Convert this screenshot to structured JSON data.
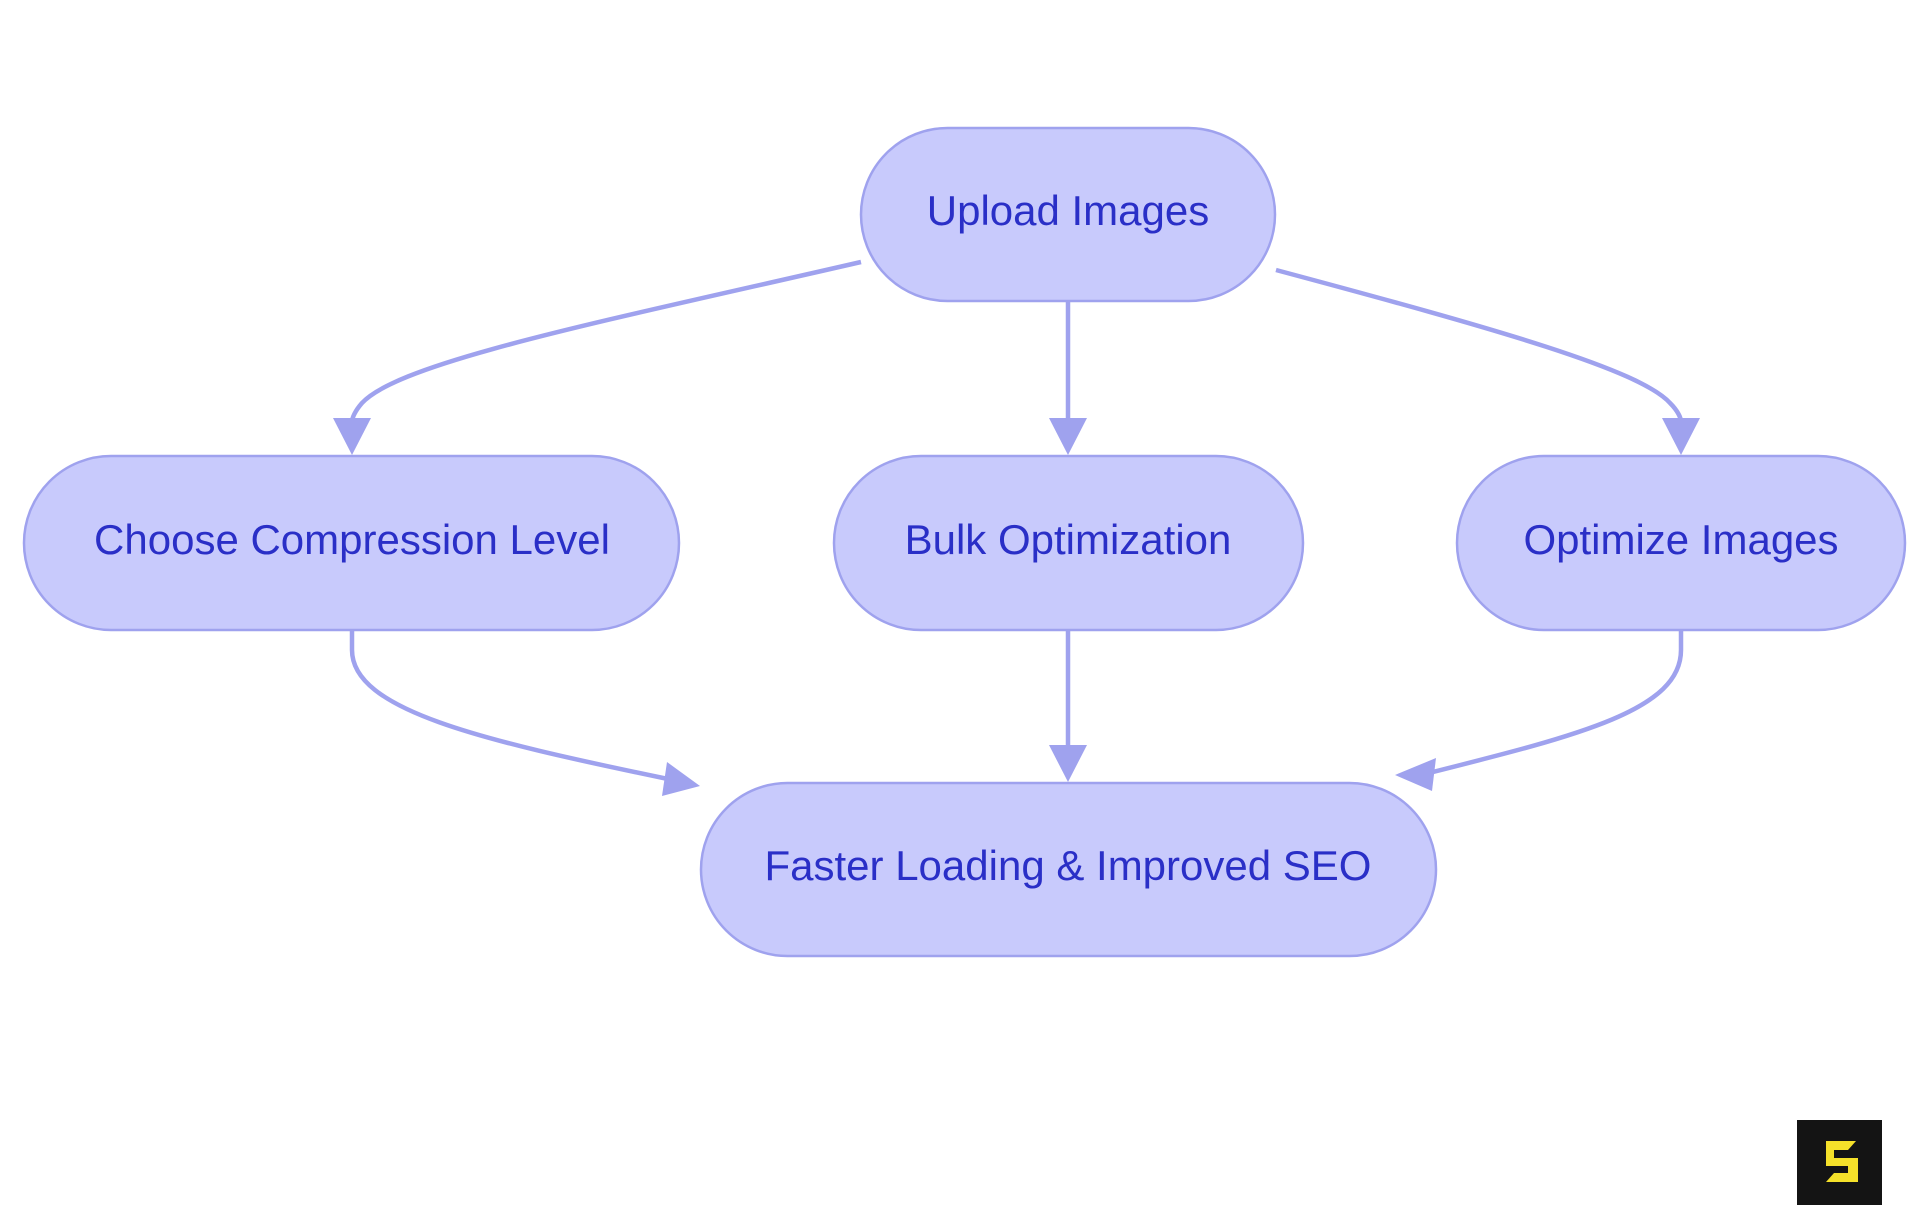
{
  "colors": {
    "node_fill": "#c8cafc",
    "node_stroke": "#9fa2ee",
    "edge": "#9fa2ee",
    "text": "#2a2fc7",
    "logo_bg": "#141414",
    "logo_mark": "#f5e12a"
  },
  "nodes": {
    "upload": {
      "label": "Upload Images"
    },
    "compression": {
      "label": "Choose Compression Level"
    },
    "bulk": {
      "label": "Bulk Optimization"
    },
    "optimize": {
      "label": "Optimize Images"
    },
    "result": {
      "label": "Faster Loading & Improved SEO"
    }
  },
  "edges": [
    {
      "from": "upload",
      "to": "compression"
    },
    {
      "from": "upload",
      "to": "bulk"
    },
    {
      "from": "upload",
      "to": "optimize"
    },
    {
      "from": "compression",
      "to": "result"
    },
    {
      "from": "bulk",
      "to": "result"
    },
    {
      "from": "optimize",
      "to": "result"
    }
  ],
  "logo": {
    "icon": "s-brand-logo-icon"
  }
}
